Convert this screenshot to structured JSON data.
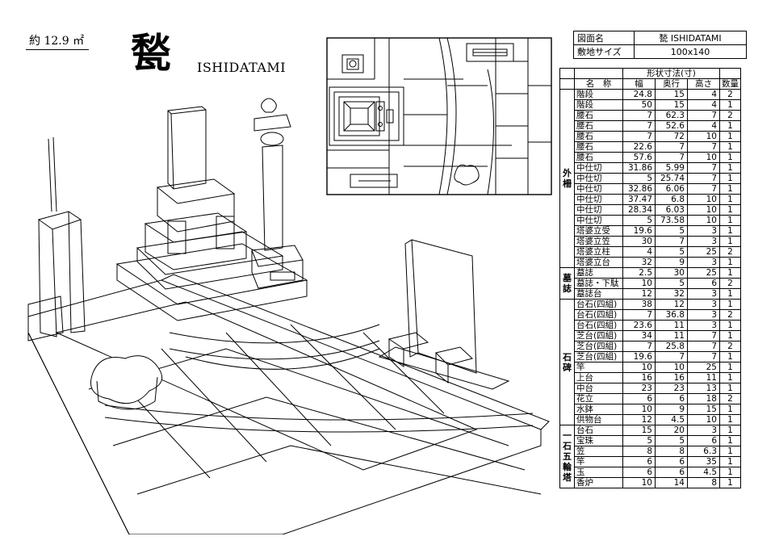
{
  "header": {
    "area": "約 12.9 ㎡",
    "kanji_title": "甃",
    "latin_title": "ISHIDATAMI"
  },
  "info": {
    "drawing_name_label": "図面名",
    "drawing_name_value": "甃 ISHIDATAMI",
    "site_size_label": "敷地サイズ",
    "site_size_value": "100x140"
  },
  "table": {
    "title": "形状寸法(寸)",
    "col_name": "名　称",
    "col_width": "幅",
    "col_depth": "奥行",
    "col_height": "高さ",
    "col_qty": "数量",
    "groups": [
      {
        "label": "外柵",
        "rows": [
          {
            "name": "階段",
            "w": "24.8",
            "d": "15",
            "h": "4",
            "q": "2"
          },
          {
            "name": "階段",
            "w": "50",
            "d": "15",
            "h": "4",
            "q": "1"
          },
          {
            "name": "腰石",
            "w": "7",
            "d": "62.3",
            "h": "7",
            "q": "2"
          },
          {
            "name": "腰石",
            "w": "7",
            "d": "52.6",
            "h": "4",
            "q": "1"
          },
          {
            "name": "腰石",
            "w": "7",
            "d": "72",
            "h": "10",
            "q": "1"
          },
          {
            "name": "腰石",
            "w": "22.6",
            "d": "7",
            "h": "7",
            "q": "1"
          },
          {
            "name": "腰石",
            "w": "57.6",
            "d": "7",
            "h": "10",
            "q": "1"
          },
          {
            "name": "中仕切",
            "w": "31.86",
            "d": "5.99",
            "h": "7",
            "q": "1"
          },
          {
            "name": "中仕切",
            "w": "5",
            "d": "25.74",
            "h": "7",
            "q": "1"
          },
          {
            "name": "中仕切",
            "w": "32.86",
            "d": "6.06",
            "h": "7",
            "q": "1"
          },
          {
            "name": "中仕切",
            "w": "37.47",
            "d": "6.8",
            "h": "10",
            "q": "1"
          },
          {
            "name": "中仕切",
            "w": "28.34",
            "d": "6.03",
            "h": "10",
            "q": "1"
          },
          {
            "name": "中仕切",
            "w": "5",
            "d": "73.58",
            "h": "10",
            "q": "1"
          },
          {
            "name": "塔婆立受",
            "w": "19.6",
            "d": "5",
            "h": "3",
            "q": "1"
          },
          {
            "name": "塔婆立笠",
            "w": "30",
            "d": "7",
            "h": "3",
            "q": "1"
          },
          {
            "name": "塔婆立柱",
            "w": "4",
            "d": "5",
            "h": "25",
            "q": "2"
          },
          {
            "name": "塔婆立台",
            "w": "32",
            "d": "9",
            "h": "3",
            "q": "1"
          }
        ]
      },
      {
        "label": "墓誌",
        "rows": [
          {
            "name": "墓誌",
            "w": "2.5",
            "d": "30",
            "h": "25",
            "q": "1"
          },
          {
            "name": "墓誌・下駄",
            "w": "10",
            "d": "5",
            "h": "6",
            "q": "2"
          },
          {
            "name": "墓誌台",
            "w": "12",
            "d": "32",
            "h": "3",
            "q": "1"
          }
        ]
      },
      {
        "label": "石碑",
        "rows": [
          {
            "name": "台石(四組)",
            "w": "38",
            "d": "12",
            "h": "3",
            "q": "1"
          },
          {
            "name": "台石(四組)",
            "w": "7",
            "d": "36.8",
            "h": "3",
            "q": "2"
          },
          {
            "name": "台石(四組)",
            "w": "23.6",
            "d": "11",
            "h": "3",
            "q": "1"
          },
          {
            "name": "芝台(四組)",
            "w": "34",
            "d": "11",
            "h": "7",
            "q": "1"
          },
          {
            "name": "芝台(四組)",
            "w": "7",
            "d": "25.8",
            "h": "7",
            "q": "2"
          },
          {
            "name": "芝台(四組)",
            "w": "19.6",
            "d": "7",
            "h": "7",
            "q": "1"
          },
          {
            "name": "竿",
            "w": "10",
            "d": "10",
            "h": "25",
            "q": "1"
          },
          {
            "name": "上台",
            "w": "16",
            "d": "16",
            "h": "11",
            "q": "1"
          },
          {
            "name": "中台",
            "w": "23",
            "d": "23",
            "h": "13",
            "q": "1"
          },
          {
            "name": "花立",
            "w": "6",
            "d": "6",
            "h": "18",
            "q": "2"
          },
          {
            "name": "水鉢",
            "w": "10",
            "d": "9",
            "h": "15",
            "q": "1"
          },
          {
            "name": "供物台",
            "w": "12",
            "d": "4.5",
            "h": "10",
            "q": "1"
          }
        ]
      },
      {
        "label": "一石五輪塔",
        "rows": [
          {
            "name": "台石",
            "w": "15",
            "d": "20",
            "h": "3",
            "q": "1"
          },
          {
            "name": "宝珠",
            "w": "5",
            "d": "5",
            "h": "6",
            "q": "1"
          },
          {
            "name": "笠",
            "w": "8",
            "d": "8",
            "h": "6.3",
            "q": "1"
          },
          {
            "name": "竿",
            "w": "6",
            "d": "6",
            "h": "35",
            "q": "1"
          },
          {
            "name": "玉",
            "w": "6",
            "d": "6",
            "h": "4.5",
            "q": "1"
          },
          {
            "name": "香炉",
            "w": "10",
            "d": "14",
            "h": "8",
            "q": "1"
          }
        ]
      }
    ]
  }
}
